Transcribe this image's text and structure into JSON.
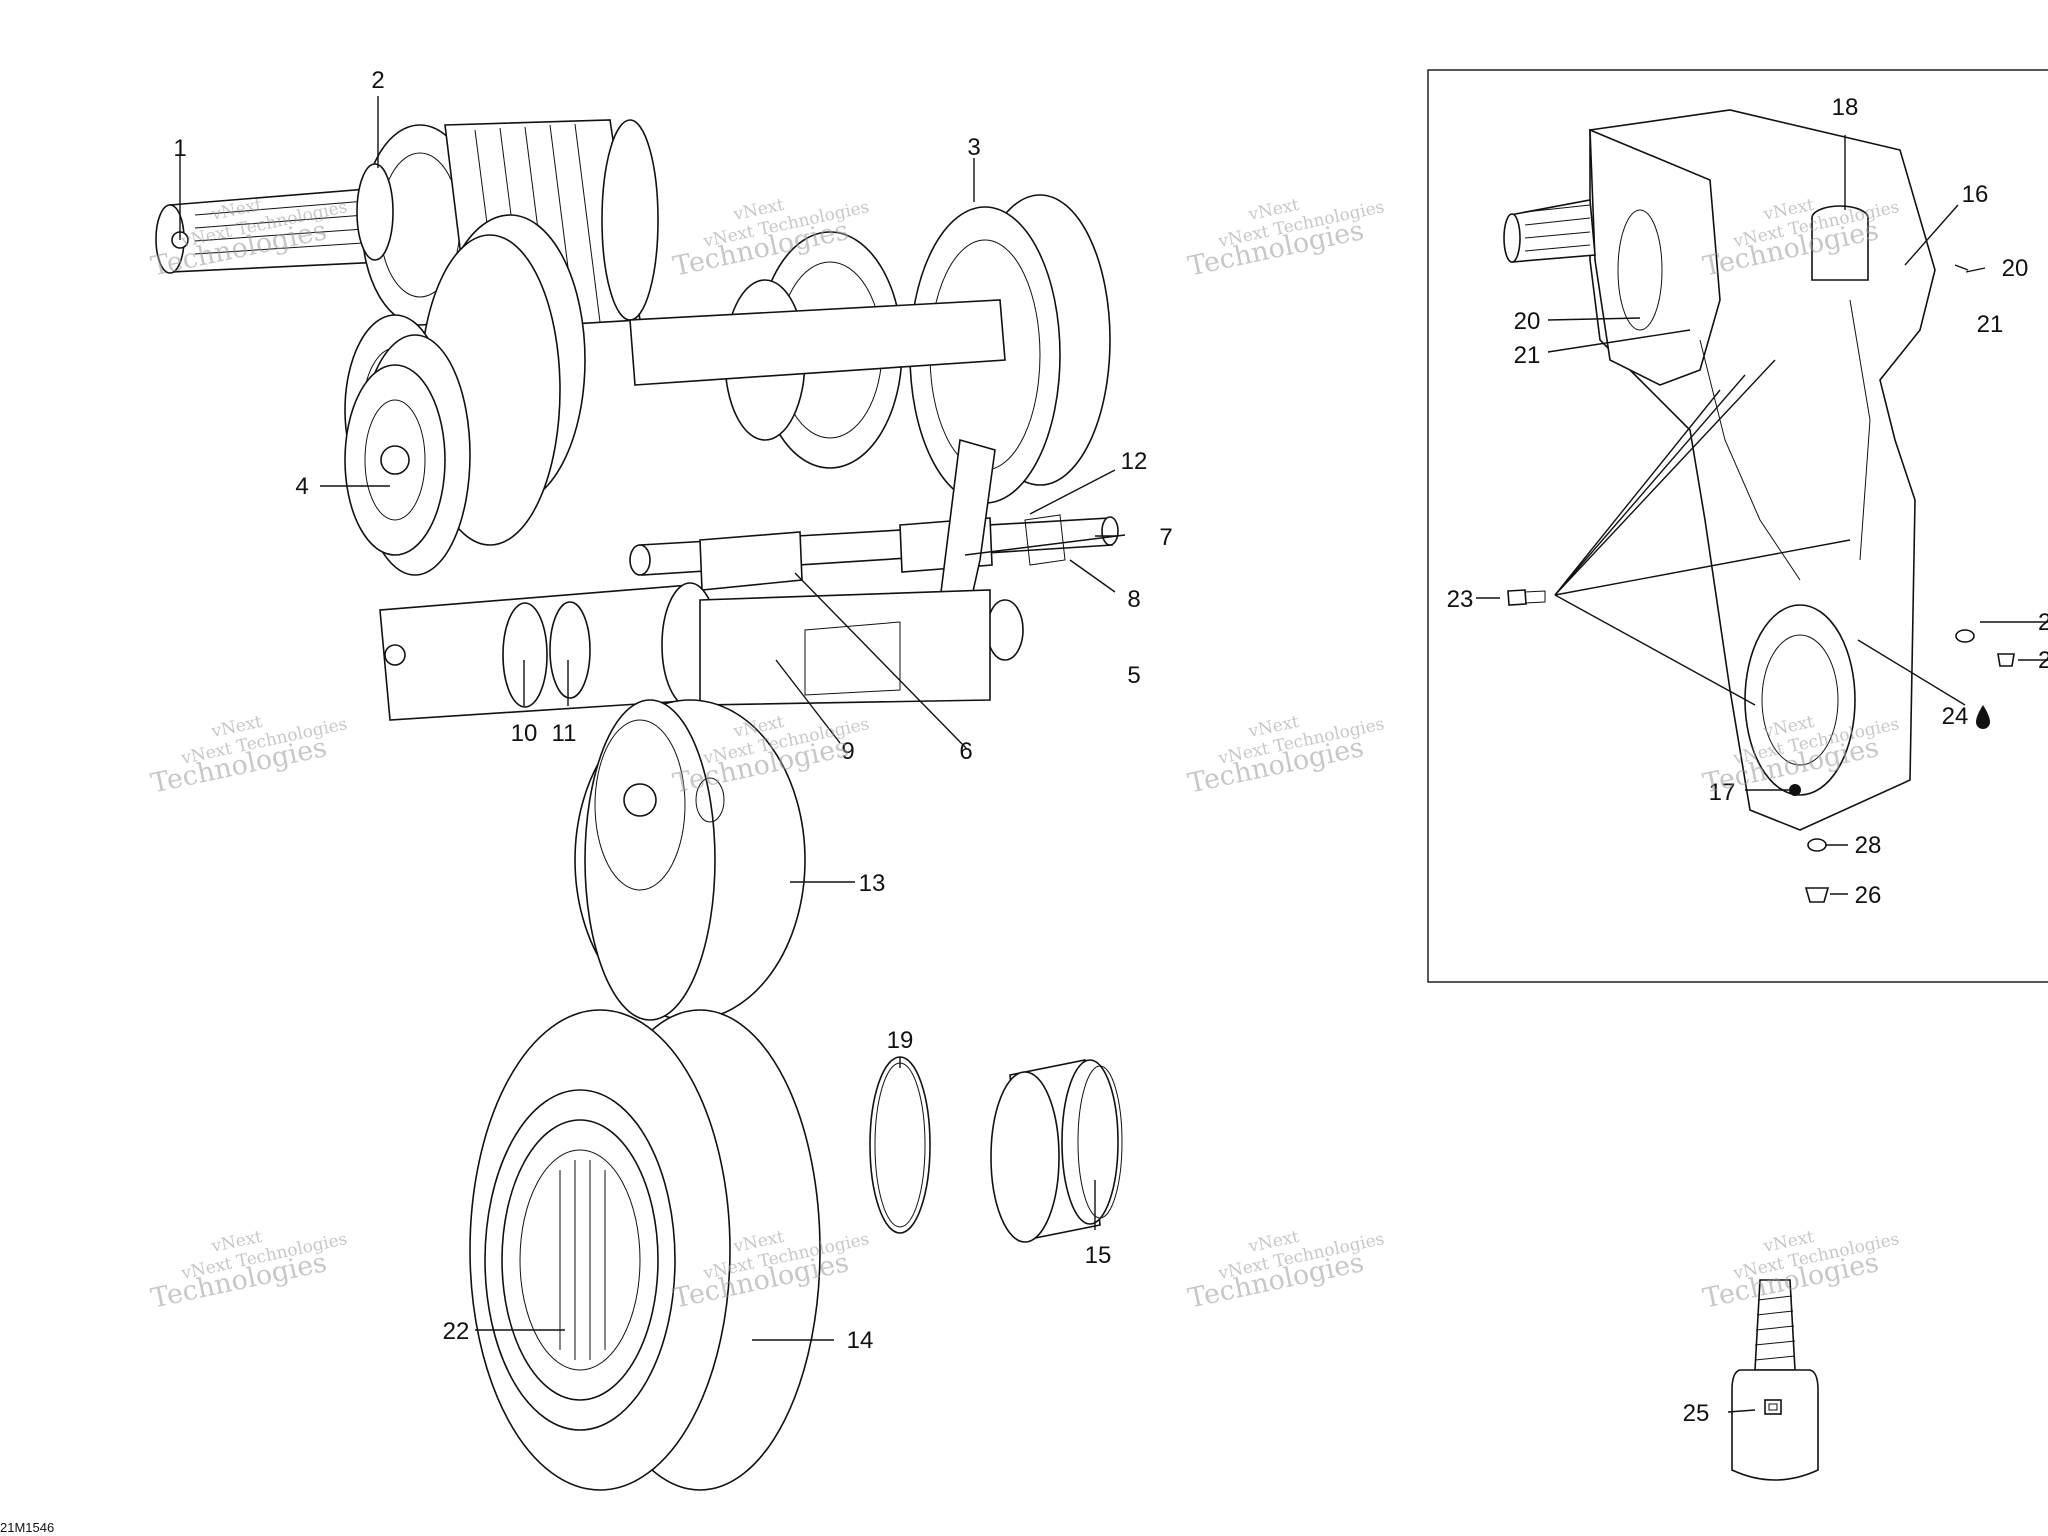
{
  "diagram": {
    "drawing_code": "21M1546",
    "droplet_icon": "oil-droplet-icon",
    "callouts": [
      {
        "id": "c1",
        "label": "1"
      },
      {
        "id": "c2",
        "label": "2"
      },
      {
        "id": "c3",
        "label": "3"
      },
      {
        "id": "c4",
        "label": "4"
      },
      {
        "id": "c5",
        "label": "5"
      },
      {
        "id": "c6",
        "label": "6"
      },
      {
        "id": "c7",
        "label": "7"
      },
      {
        "id": "c8",
        "label": "8"
      },
      {
        "id": "c9",
        "label": "9"
      },
      {
        "id": "c10",
        "label": "10"
      },
      {
        "id": "c11",
        "label": "11"
      },
      {
        "id": "c12",
        "label": "12"
      },
      {
        "id": "c13",
        "label": "13"
      },
      {
        "id": "c14",
        "label": "14"
      },
      {
        "id": "c15",
        "label": "15"
      },
      {
        "id": "c16",
        "label": "16"
      },
      {
        "id": "c17",
        "label": "17"
      },
      {
        "id": "c18",
        "label": "18"
      },
      {
        "id": "c19",
        "label": "19"
      },
      {
        "id": "c20a",
        "label": "20"
      },
      {
        "id": "c20b",
        "label": "20"
      },
      {
        "id": "c21a",
        "label": "21"
      },
      {
        "id": "c21b",
        "label": "21"
      },
      {
        "id": "c22",
        "label": "22"
      },
      {
        "id": "c23",
        "label": "23"
      },
      {
        "id": "c24",
        "label": "24"
      },
      {
        "id": "c25",
        "label": "25"
      },
      {
        "id": "c26",
        "label": "26"
      },
      {
        "id": "c27a",
        "label": "2"
      },
      {
        "id": "c27b",
        "label": "2"
      },
      {
        "id": "c28",
        "label": "28"
      }
    ]
  },
  "watermark": {
    "line1": "vNext",
    "line2": "vNext Technologies",
    "line3": "Technologies"
  }
}
